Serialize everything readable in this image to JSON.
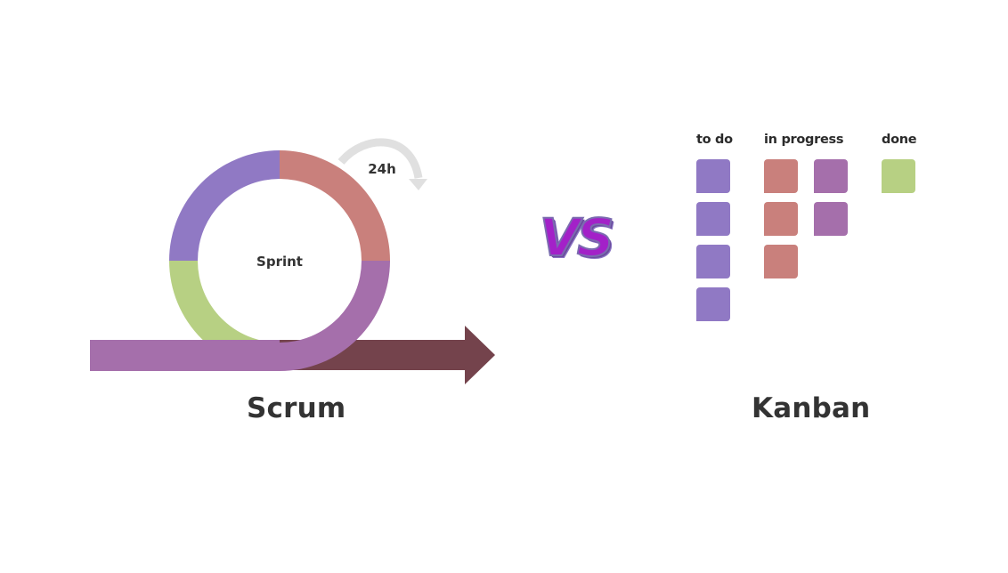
{
  "scrum": {
    "title": "Scrum",
    "sprint_label": "Sprint",
    "daily_label": "24h",
    "colors": {
      "ring_purple": "#9079c4",
      "ring_red": "#c9807c",
      "ring_mauve": "#a56fab",
      "ring_green": "#b7d083",
      "flow_band": "#a56fab",
      "arrow": "#74434c",
      "daily_arrow": "#e0e0e0"
    }
  },
  "vs_label": "VS",
  "kanban": {
    "title": "Kanban",
    "columns": [
      {
        "name": "to do",
        "cards": [
          "#9079c4",
          "#9079c4",
          "#9079c4",
          "#9079c4"
        ]
      },
      {
        "name": "in progress",
        "cards": [
          "#c9807c",
          "#c9807c",
          "#c9807c"
        ]
      },
      {
        "name": "",
        "cards": [
          "#a56fab",
          "#a56fab"
        ]
      },
      {
        "name": "done",
        "cards": [
          "#b7d083"
        ]
      }
    ]
  }
}
